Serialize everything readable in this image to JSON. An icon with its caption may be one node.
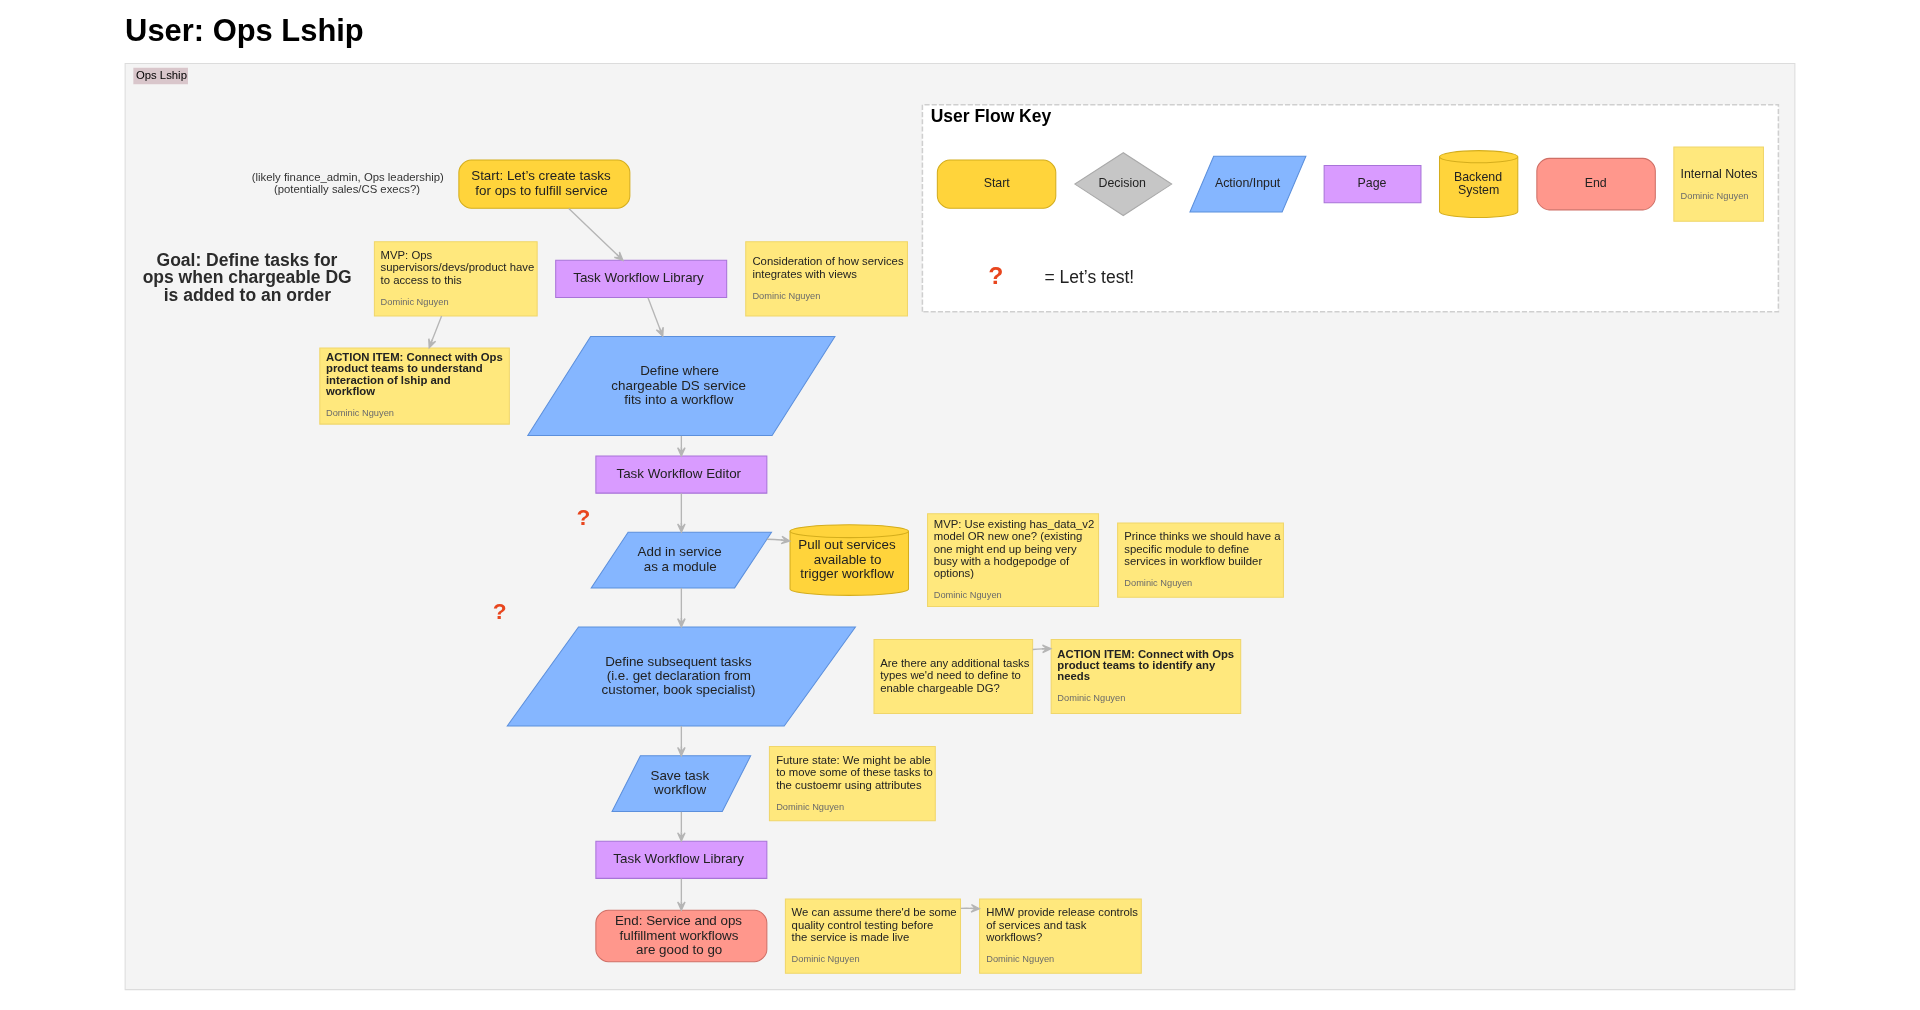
{
  "diagram": {
    "title": "User: Ops Lship",
    "nodes": [
      {
        "text": [
          "Ops Lship"
        ]
      },
      {
        "text": [
          "MVP: Ops supervisors/devs/product have to access to this",
          "Dominic Nguyen"
        ],
        "in": 0
      },
      {
        "text": [
          "ACTION ITEM: Connect with Ops product teams to understand interaction of lship and workflow",
          "Dominic Nguyen"
        ],
        "in": 0
      },
      {
        "text": [
          "Start: Let’s create tasks for ops to fulfill service"
        ],
        "in": 0
      },
      {
        "text": [
          "Task Workflow Library"
        ],
        "in": 0
      },
      {
        "text": [
          "Define where chargeable DS service fits into a workflow"
        ],
        "in": 0
      },
      {
        "text": [
          "Task Workflow Editor"
        ],
        "in": 0
      },
      {
        "text": [
          "Add in service as a module"
        ],
        "beside": [
          "?"
        ],
        "in": 0
      },
      {
        "text": [
          "Pull out services available to trigger workflow"
        ],
        "in": 0
      },
      {
        "text": [
          "Define subsequent tasks (i.e. get declaration from customer, book specialist)"
        ],
        "beside": [
          "?"
        ],
        "in": 0
      },
      {
        "text": [
          "Save task workflow"
        ],
        "in": 0
      },
      {
        "text": [
          "Task Workflow Library"
        ],
        "in": 0
      },
      {
        "text": [
          "End: Service and ops fulfillment workflows are good to go"
        ],
        "in": 0
      },
      {
        "text": [
          "Consideration of how services integrates with views",
          "Dominic Nguyen"
        ],
        "in": 0
      },
      {
        "text": [
          "MVP: Use existing has_data_v2 model OR new one? (existing one might end up being very busy with a hodgepodge of options)",
          "Dominic Nguyen"
        ],
        "in": 0
      },
      {
        "text": [
          "Prince thinks we should have a specific module to define services in workflow builder",
          "Dominic Nguyen"
        ],
        "in": 0
      },
      {
        "text": [
          "Are there any additional tasks types we'd need to define to enable chargeable DG?"
        ],
        "in": 0
      },
      {
        "text": [
          "Future state: We might be able to move some of these tasks to the custoemr using attributes",
          "Dominic Nguyen"
        ],
        "in": 0
      },
      {
        "text": [
          "ACTION ITEM: Connect with Ops product teams to identify any needs",
          "Dominic Nguyen"
        ],
        "in": 0
      },
      {
        "text": [
          "We can assume there'd be some quality control testing before the service is made live",
          "Dominic Nguyen"
        ],
        "in": 0
      },
      {
        "text": [
          "HMW provide release controls of services and task workflows?",
          "Dominic Nguyen"
        ],
        "in": 0
      },
      {
        "text": [
          "User Flow Key"
        ],
        "in": 0
      },
      {
        "text": [
          "Start"
        ],
        "in": 21
      },
      {
        "text": [
          "Decision"
        ],
        "in": 21
      },
      {
        "text": [
          "Action/Input"
        ],
        "in": 21
      },
      {
        "text": [
          "Page"
        ],
        "in": 21
      },
      {
        "text": [
          "Backend System"
        ],
        "in": 21
      },
      {
        "text": [
          "End"
        ],
        "in": 21
      },
      {
        "text": [
          "Internal Notes",
          "Dominic Nguyen"
        ],
        "in": 21
      }
    ],
    "edges": [
      {
        "from": 1,
        "to": 2,
        "arrow": "to"
      },
      {
        "from": 3,
        "to": 4,
        "arrow": "to"
      },
      {
        "from": 4,
        "to": 5,
        "arrow": "to"
      },
      {
        "from": 5,
        "to": 6,
        "arrow": "to"
      },
      {
        "from": 6,
        "to": 7,
        "arrow": "to"
      },
      {
        "from": 7,
        "to": 8,
        "arrow": "to"
      },
      {
        "from": 7,
        "to": 9,
        "arrow": "to"
      },
      {
        "from": 9,
        "to": 10,
        "arrow": "to"
      },
      {
        "from": 10,
        "to": 11,
        "arrow": "to"
      },
      {
        "from": 11,
        "to": 12,
        "arrow": "to"
      },
      {
        "from": 16,
        "to": 18,
        "arrow": "to"
      },
      {
        "from": 19,
        "to": 20,
        "arrow": "to"
      }
    ],
    "labels": [
      "(likely finance_admin, Ops leadership) (potentially sales/CS execs?)",
      "Goal: Define tasks for ops when chargeable DG is added to an order",
      "?",
      "= Let’s test!"
    ]
  }
}
